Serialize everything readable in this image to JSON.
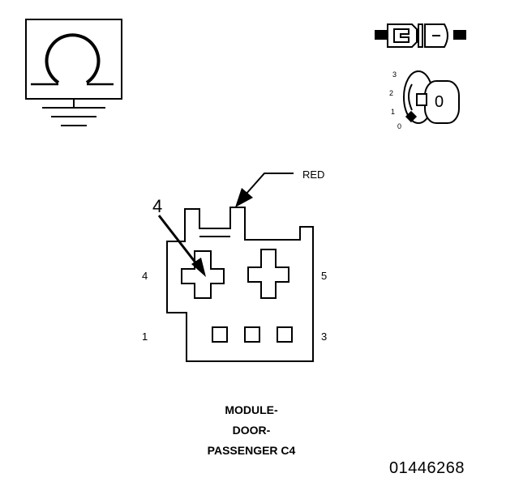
{
  "callout": {
    "red_label": "RED",
    "arrow_number": "4"
  },
  "pins": {
    "upper_left": "4",
    "upper_right": "5",
    "lower_left": "1",
    "lower_right": "3"
  },
  "key_switch": {
    "positions": [
      "3",
      "2",
      "1",
      "0"
    ],
    "key_face": "0"
  },
  "caption": {
    "line1": "MODULE-",
    "line2": "DOOR-",
    "line3": "PASSENGER C4"
  },
  "figure_number": "01446268",
  "icons": [
    "ohmmeter-ground-symbol-icon",
    "connector-plug-icon",
    "ignition-key-switch-icon"
  ]
}
